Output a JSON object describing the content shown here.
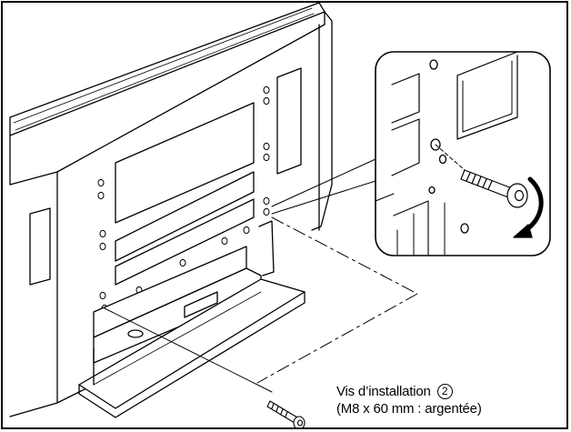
{
  "callout": {
    "line1_text": "Vis d’installation",
    "part_number": "2",
    "line2_text": "(M8 x 60 mm : argentée)"
  },
  "colors": {
    "line": "#000000",
    "background": "#ffffff",
    "frame": "#000000"
  },
  "icons": [
    "screw-icon",
    "rotation-arrow-icon"
  ]
}
